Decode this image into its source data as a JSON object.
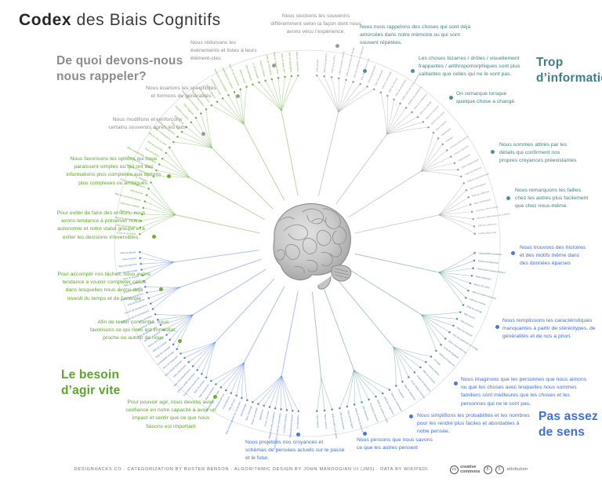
{
  "title": {
    "strong": "Codex",
    "rest": " des Biais Cognitifs"
  },
  "colors": {
    "memory": "#8c8c8c",
    "information": "#3f7f85",
    "meaning": "#3f6fd8",
    "speed": "#5aa62b",
    "brain": "#8d8d8d",
    "background": "#ffffff"
  },
  "quadrants": [
    {
      "id": "memory",
      "label": "De quoi devons-nous\nnous rappeler?",
      "color": "#8c8c8c"
    },
    {
      "id": "information",
      "label": "Trop\nd’information",
      "color": "#3f7f85"
    },
    {
      "id": "meaning",
      "label": "Pas assez\nde sens",
      "color": "#3f6fd8"
    },
    {
      "id": "speed",
      "label": "Le besoin\nd’agir vite",
      "color": "#5aa62b"
    }
  ],
  "callouts": [
    {
      "id": "c1",
      "group": "memory",
      "text": "Nous stockons les souvenirs\ndifféremment selon la façon dont nous\navons vécu l’expérience."
    },
    {
      "id": "c2",
      "group": "memory",
      "text": "Nous réduisons les\névènements et listes à leurs\nélément-cles"
    },
    {
      "id": "c3",
      "group": "memory",
      "text": "Nous écartons les spécificités\net formons de généralités"
    },
    {
      "id": "c4",
      "group": "memory",
      "text": "Nous modifions et renforçons\ncertains souvenirs après les faits"
    },
    {
      "id": "c5",
      "group": "information",
      "text": "Nous nous rappelons des choses qui sont déjà\namorcées dans notre mémoire ou qui sont\nsouvent répétées."
    },
    {
      "id": "c6",
      "group": "information",
      "text": "Les choses bizarres / drôles / visuellement\nfrappantes / anthropomorphiques sont plus\nsaillantes que celles qui ne le sont pas."
    },
    {
      "id": "c7",
      "group": "information",
      "text": "On remarque lorsque\nquelque chose a changé."
    },
    {
      "id": "c8",
      "group": "information",
      "text": "Nous sommes attirés par les\ndétails qui confirment nos\npropres croyances préexistantes"
    },
    {
      "id": "c9",
      "group": "information",
      "text": "Nous remarquons les failles\nchez les autres plus facilement\nque chez nous-même."
    },
    {
      "id": "c10",
      "group": "meaning",
      "text": "Nous trouvons des histoires\net des motifs même dans\ndes données éparses"
    },
    {
      "id": "c11",
      "group": "meaning",
      "text": "Nous remplissons les caractéristiques\nmanquantes à partir de stéréotypes, de\ngénéralités et de nos a priori."
    },
    {
      "id": "c12",
      "group": "meaning",
      "text": "Nous imaginons que les personnes que nous aimons\nou que les choses avec lesquelles nous sommes\nfamiliers sont meilleures que les choses et les\npersonnes qui ne le sont pas."
    },
    {
      "id": "c13",
      "group": "meaning",
      "text": "Nous simplifions les probabilités et les nombres\npour les rendre plus faciles et abordables à\nnotre pensée."
    },
    {
      "id": "c14",
      "group": "meaning",
      "text": "Nous pensons que nous savons\nce que les autres pensent"
    },
    {
      "id": "c15",
      "group": "meaning",
      "text": "Nous projetons nos croyances et\nschémas de pensées actuels sur le passé\net le futur."
    },
    {
      "id": "c16",
      "group": "speed",
      "text": "Pour pouvoir agir, nous devons avoir\nconfiance en notre capacité à avoir un\nimpact et sentir que ce que nous\nfaisons est important"
    },
    {
      "id": "c17",
      "group": "speed",
      "text": "Afin de rester concentré, nous\nfavorisons ce qui nous est immédiat,\nproche ou autour de nous"
    },
    {
      "id": "c18",
      "group": "speed",
      "text": "Pour accomplir nos tâches, nous avons\ntendance a vouloir completer celles\ndans lesquelles nous avons deja\ninvesti du temps et de l’energie"
    },
    {
      "id": "c19",
      "group": "speed",
      "text": "Pour eviter de faire des erreurs, nous\navons tendance à préserver notre\nautonomie et notre statut groupe et à\neviter les decisions irreversibles."
    },
    {
      "id": "c20",
      "group": "speed",
      "text": "Nous favorisons les options qui nous\nparaissent simples ou qui ont des\ninformations plus completes aux options\nplus complexes ou ambiguës."
    }
  ],
  "footer": {
    "credit": "DESIGNHACKS.CO · CATEGORIZATION BY BUSTER BENSON · ALGORITHMIC DESIGN BY JOHN MANOOGIAN III (JM3) · DATA BY WIKIPEDI",
    "cc_line1": "creative",
    "cc_line2": "commons",
    "cc_mark": "cc",
    "badge_by": "Ⓑ",
    "badge_sa": "Ⓢ",
    "attribution": "attribution"
  },
  "brain": {
    "alt": "brain-illustration"
  },
  "chart_data": {
    "type": "radial-dendrogram",
    "title": "Codex des Biais Cognitifs",
    "center": "brain",
    "groups": [
      {
        "name": "De quoi devons-nous nous rappeler?",
        "color": "#8c8c8c",
        "start_angle": -90,
        "end_angle": 0,
        "branches": [
          {
            "label": "Nous stockons les souvenirs différemment selon la façon dont nous avons vécu l’expérience.",
            "leaves": [
              "Effet de test",
              "Effet d’espacement",
              "Oubli de la courbe",
              "Effet de position sérielle",
              "Effet de supériorité de l’image",
              "Effet de modération du traitement",
              "Effet de référence à soi",
              "Effet de génération",
              "Effet de primauté"
            ]
          },
          {
            "label": "Nous réduisons les évènements et listes à leurs élément-cles",
            "leaves": [
              "Effet de l’amorçage",
              "Effet de récence",
              "Effet de modération",
              "Oubli induit par la récupération",
              "Modèle de sommet-fin",
              "Effet de nivellement",
              "Biais de cadrage",
              "Biais de souvenirs",
              "Memoire de travail"
            ]
          },
          {
            "label": "Nous écartons les spécificités et formons de généralités",
            "leaves": [
              "Biais implicite",
              "Stéréotypes",
              "Préjugés",
              "Amnésie de la source",
              "Fausse mémoire",
              "Cryptomnésie",
              "Effet d’espacement",
              "Listes de mémoire"
            ]
          },
          {
            "label": "Nous modifions et renforçons certains souvenirs après les faits",
            "leaves": [
              "Effet de désinformation",
              "Biais rétrospectif",
              "Effet de référence",
              "Biais d’attribution",
              "Confusion de la source",
              "Mémoire dépendante du contexte",
              "Effet de cohérence",
              "Fading affect bias"
            ]
          }
        ]
      },
      {
        "name": "Trop d’information",
        "color": "#3f7f85",
        "start_angle": 0,
        "end_angle": 90,
        "branches": [
          {
            "label": "Nous nous rappelons des choses qui sont déjà amorcées dans notre mémoire ou qui sont souvent répétées.",
            "leaves": [
              "Disponibilité heuristique",
              "Illusion de fréquence",
              "Phénomène Baader-Meinhof",
              "Biais d’attention",
              "Illusion de vérité",
              "Effet de simple exposition",
              "Effet de contexte",
              "Effet de cadrage"
            ]
          },
          {
            "label": "Les choses bizarres / drôles / visuellement frappantes / anthropomorphiques sont plus saillantes que celles qui ne le sont pas.",
            "leaves": [
              "Effet bizarre",
              "Effet d’humour",
              "Effet Von Restorff",
              "Effet de supériorité de l’image",
              "Effet d’auto-référence",
              "Biais de négativité",
              "Anthropomorphisme"
            ]
          },
          {
            "label": "On remarque lorsque quelque chose a changé.",
            "leaves": [
              "Ancrage",
              "Conservatisme",
              "Effet de contraste",
              "Illusion de distinction",
              "Loi de Weber-Fechner",
              "Biais de distinction",
              "Focalisme"
            ]
          },
          {
            "label": "Nous sommes attirés par les détails qui confirment nos propres croyances préexistantes",
            "leaves": [
              "Biais de confirmation",
              "Biais de congruence",
              "Biais de soutien du choix",
              "Perception sélective",
              "Effet d’autruche",
              "Effet de retour de flamme",
              "Biais d’observation",
              "Effet Semmelweis"
            ]
          },
          {
            "label": "Nous remarquons les failles chez les autres plus facilement que chez nous-même.",
            "leaves": [
              "Biais aveugle à soi-même",
              "Naïve cynisme",
              "Naïf réalisme"
            ]
          }
        ]
      },
      {
        "name": "Pas assez de sens",
        "color": "#3f6fd8",
        "start_angle": 90,
        "end_angle": 180,
        "branches": [
          {
            "label": "Nous trouvons des histoires et des motifs même dans des données éparses",
            "leaves": [
              "Confabulation",
              "Regroupement illusoire",
              "Corrélation illusoire",
              "Insensibilité à la taille de l’échantillon",
              "Négligence des probabilités",
              "Erreur narrative",
              "Apophenia",
              "Illusion de validité",
              "Biais d’ancrage"
            ]
          },
          {
            "label": "Nous remplissons les caractéristiques manquantes à partir de stéréotypes, de généralités et de nos a priori.",
            "leaves": [
              "Stéréotypage",
              "Biais d’homogénéité de l’exogroupe",
              "Effet de halo",
              "Essentialisme",
              "Attribution de trait",
              "Caractérisation de groupe",
              "Biais d’autorité",
              "Effet moutonnier"
            ]
          },
          {
            "label": "Nous imaginons que les personnes que nous aimons ou que les choses avec lesquelles nous sommes familiers sont meilleures que les choses et les personnes qui ne le sont pas.",
            "leaves": [
              "Biais de groupe",
              "Favoritisme intra-groupe",
              "Effet de simple exposition",
              "Biais de positivité perçu",
              "Effet cheerleader",
              "Biais d’attrait physique",
              "Biais de réciprocité"
            ]
          },
          {
            "label": "Nous simplifions les probabilités et les nombres pour les rendre plus faciles et abordables à notre pensée.",
            "leaves": [
              "Comptabilité mentale",
              "Biais de normalité",
              "Effet de certitude",
              "Illusion de l’argent",
              "Aversion à la perte",
              "Effet de dénomination",
              "Heuristique d’affect",
              "Biais d’échelle"
            ]
          },
          {
            "label": "Nous pensons que nous savons ce que les autres pensent",
            "leaves": [
              "Malédiction de la connaissance",
              "Illusion de transparence",
              "Effet de projection",
              "Effet de faux consensus",
              "Illusion d’asymétrie"
            ]
          },
          {
            "label": "Nous projetons nos croyances et schémas de pensées actuels sur le passé et le futur.",
            "leaves": [
              "Biais rétrospectif",
              "Biais de résultat",
              "Effet de télescopage",
              "Biais de projection",
              "Biais d’impact",
              "Biais de décliné"
            ]
          }
        ]
      },
      {
        "name": "Le besoin d’agir vite",
        "color": "#5aa62b",
        "start_angle": 180,
        "end_angle": 270,
        "branches": [
          {
            "label": "Pour pouvoir agir, nous devons avoir confiance en notre capacité à avoir un impact et sentir que ce que nous faisons est important",
            "leaves": [
              "Excès de confiance",
              "Effet Dunning-Kruger",
              "Égoïsme attributionnel",
              "Illusion de contrôle",
              "Optimisme irréaliste",
              "Effet de supériorité illusoire",
              "Effet Barnum",
              "Biais d’auto-complaisance",
              "Effet Lac Wobegon"
            ]
          },
          {
            "label": "Afin de rester concentré, nous favorisons ce qui nous est immédiat, proche ou autour de nous",
            "leaves": [
              "Actualisation hyperbolique",
              "Biais d’appel à la nouveauté",
              "Effet d’identification de la victime",
              "Biais du présent",
              "Biais de proximité",
              "Effet de mise au point"
            ]
          },
          {
            "label": "Pour accomplir nos tâches, nous avons tendance a vouloir completer celles dans lesquelles nous avons deja investi du temps et de l’energie",
            "leaves": [
              "Coûts irrécupérables",
              "Escalade d’engagement",
              "Effet Ikéa",
              "Biais d’unité",
              "Aversion à la perte",
              "Effet Zeigarnik",
              "Rationalisation post-achat",
              "Biais de génération"
            ]
          },
          {
            "label": "Pour eviter de faire des erreurs, nous avons tendance à préserver notre autonomie et notre statut groupe et à eviter les decisions irreversibles.",
            "leaves": [
              "Biais du statu quo",
              "Effet de dotation",
              "Aversion à la perte",
              "Réactance psychologique",
              "Justification du système",
              "Biais de non-réciprocité",
              "Effet de retour"
            ]
          },
          {
            "label": "Nous favorisons les options qui nous paraissent simples ou qui ont des informations plus completes aux options plus complexes ou ambiguës.",
            "leaves": [
              "Effet d’ambiguïté",
              "Loi de la trivialité",
              "Rasoir d’Ockham",
              "Biais de l’information",
              "Effet de moindre effort",
              "Biais du risque zéro",
              "Effet de disponibilité",
              "Biais de conjonction"
            ]
          }
        ]
      }
    ]
  }
}
